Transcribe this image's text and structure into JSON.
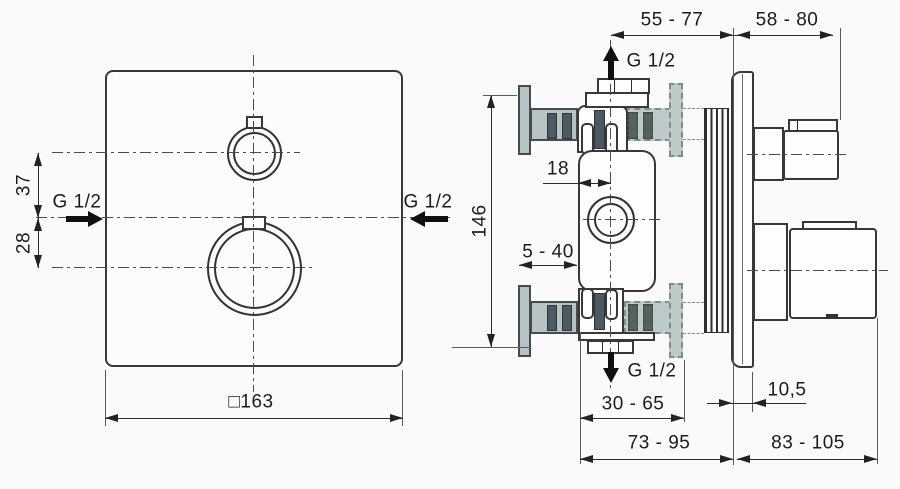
{
  "drawing": {
    "front_view": {
      "dim_37": "37",
      "dim_28": "28",
      "g12_left": "G 1/2",
      "g12_right": "G 1/2",
      "dim_square_163": "□163"
    },
    "side_view": {
      "dim_55_77": "55 - 77",
      "dim_58_80": "58 - 80",
      "g12_top": "G 1/2",
      "dim_18": "18",
      "dim_146": "146",
      "dim_5_40": "5 - 40",
      "g12_bottom": "G 1/2",
      "dim_30_65": "30 - 65",
      "dim_10_5": "10,5",
      "dim_73_95": "73 - 95",
      "dim_83_105": "83 - 105"
    }
  },
  "colors": {
    "line": "#2e2e2e",
    "fill_light_gray": "#b7c2c5",
    "fill_dark_bar": "#4b5960",
    "fill_dark_bar_dashed": "#53625b",
    "background": "#fafafa",
    "text": "#1c1c1c"
  }
}
